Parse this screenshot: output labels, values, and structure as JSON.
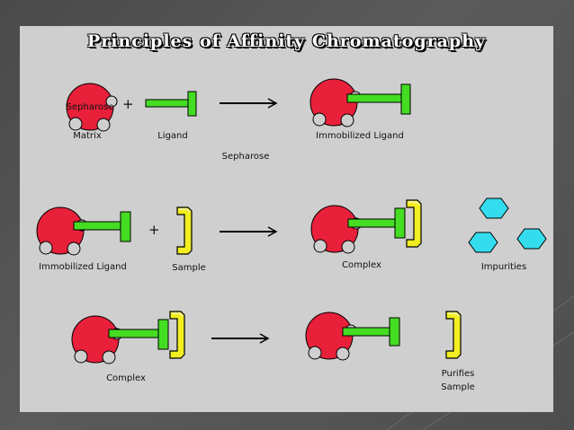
{
  "title": "Principles of Affinity Chromatography",
  "row1": {
    "matrix_text": "Sepharose",
    "plus": "+",
    "matrix_label": "Matrix",
    "ligand_label": "Ligand",
    "product_label": "Immobilized Ligand",
    "note": "Sepharose"
  },
  "row2": {
    "reactant_label": "Immobilized Ligand",
    "plus": "+",
    "sample_label": "Sample",
    "product_label": "Complex",
    "impurities_label": "Impurities"
  },
  "row3": {
    "reactant_label": "Complex",
    "purified_label_line1": "Purifies",
    "purified_label_line2": "Sample"
  },
  "colors": {
    "matrix": "#e8203a",
    "ligand": "#44dd22",
    "sample": "#f2ee22",
    "impurity": "#33ddee",
    "panel": "#cfcfcf"
  }
}
